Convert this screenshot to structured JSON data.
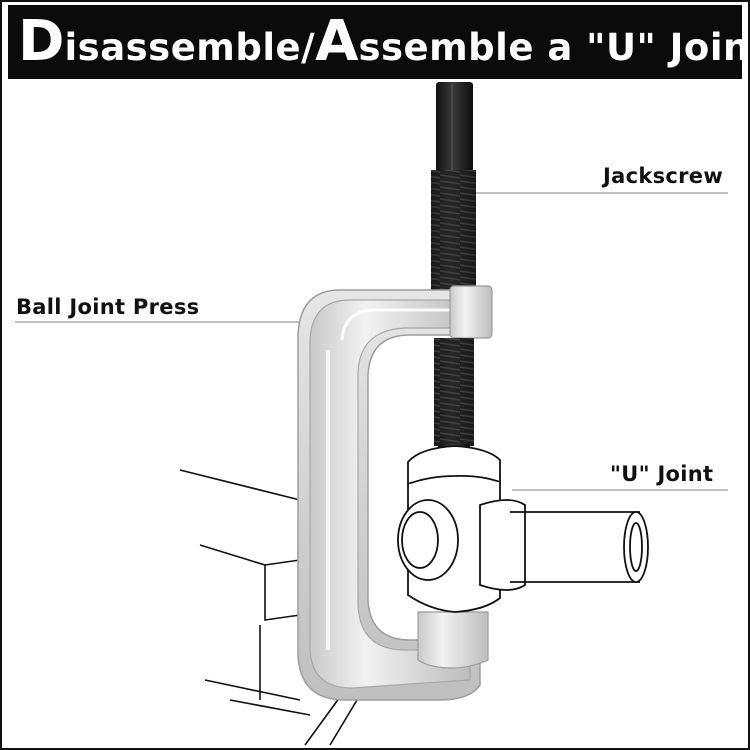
{
  "title": {
    "word1_initial": "D",
    "word1_rest": "isassemble/",
    "word2_initial": "A",
    "word2_rest": "ssemble a \"U\" Joint"
  },
  "callouts": {
    "jackscrew": "Jackscrew",
    "ball_joint_press": "Ball Joint Press",
    "u_joint": "\"U\" Joint"
  },
  "colors": {
    "banner": "#0b0b0b",
    "title_text": "#ffffff",
    "press_body": "#d9d9d9",
    "jackscrew": "#1c1c1c"
  }
}
